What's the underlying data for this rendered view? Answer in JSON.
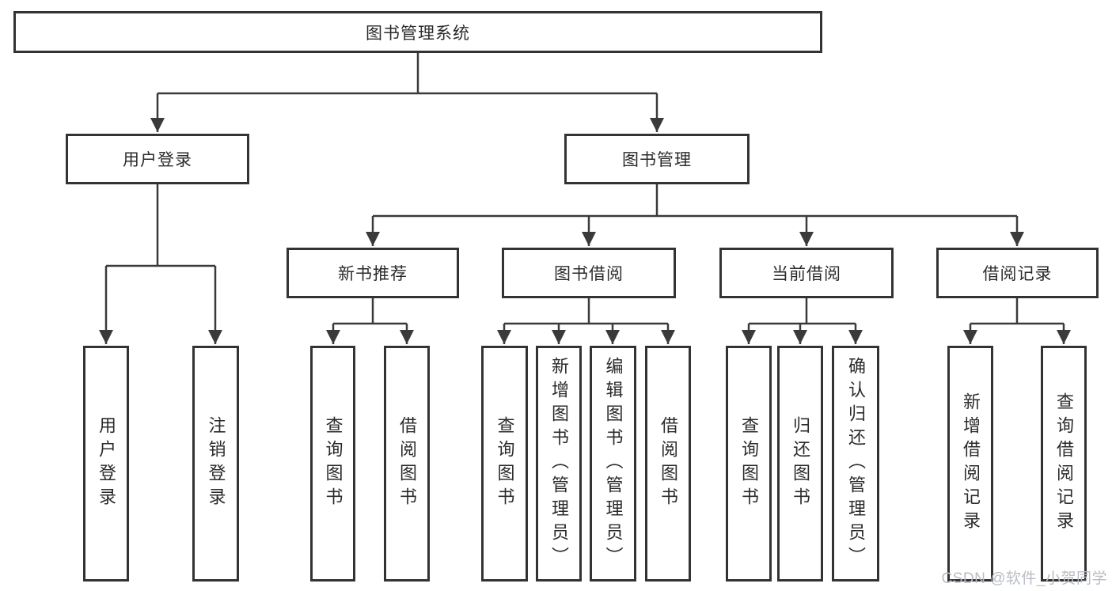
{
  "diagram": {
    "title": "图书管理系统",
    "level2": [
      "用户登录",
      "图书管理"
    ],
    "level3": [
      "新书推荐",
      "图书借阅",
      "当前借阅",
      "借阅记录"
    ],
    "leaves": {
      "user": [
        "用户登录",
        "注销登录"
      ],
      "newbook": [
        "查询图书",
        "借阅图书"
      ],
      "borrow": [
        "查询图书",
        "新增图书（管理员）",
        "编辑图书（管理员）",
        "借阅图书"
      ],
      "current": [
        "查询图书",
        "归还图书",
        "确认归还（管理员）"
      ],
      "record": [
        "新增借阅记录",
        "查询借阅记录"
      ]
    },
    "colors": {
      "line": "#3a3a3a",
      "border": "#333333",
      "text": "#2b2b2b",
      "background": "#ffffff",
      "watermark": "#b9bdc4"
    },
    "watermark": "CSDN @软件_小贺同学"
  }
}
